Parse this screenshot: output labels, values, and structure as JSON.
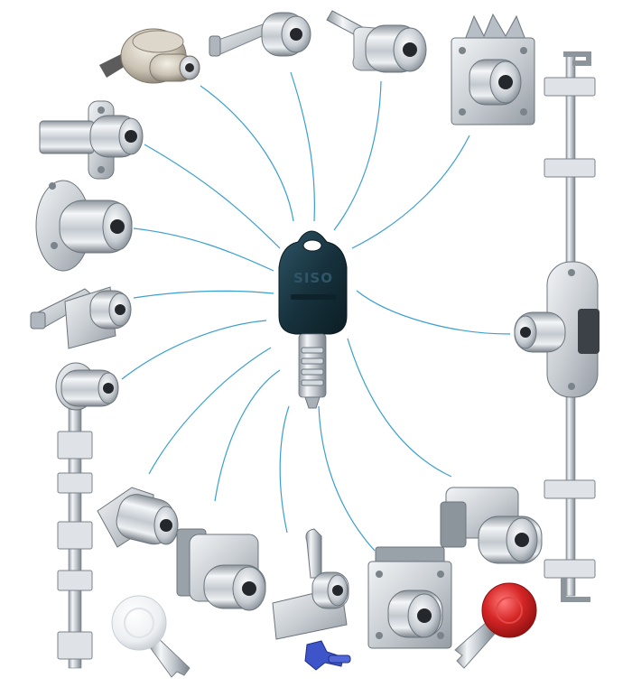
{
  "scene": {
    "brand_mark": "SISO",
    "colors": {
      "background": "#ffffff",
      "connector_line": "#3a9fd1",
      "key_head": "#17323d",
      "chrome_light": "#eef1f4",
      "chrome_mid": "#b9c0c7",
      "chrome_dark": "#6b747c",
      "key_red": "#d52626",
      "key_white": "#f1f3f5",
      "key_blue": "#3d55c9"
    },
    "items": [
      {
        "name": "knob-cam-lock",
        "icon": "lock-icon"
      },
      {
        "name": "cam-lock-long-arm",
        "icon": "lock-icon"
      },
      {
        "name": "pin-cam-lock",
        "icon": "lock-icon"
      },
      {
        "name": "square-hook-lock",
        "icon": "lock-icon"
      },
      {
        "name": "espagnolette-rod-lock-right",
        "icon": "lock-icon"
      },
      {
        "name": "flange-cylinder-lock",
        "icon": "lock-icon"
      },
      {
        "name": "round-rim-lock",
        "icon": "lock-icon"
      },
      {
        "name": "plate-cam-lock",
        "icon": "lock-icon"
      },
      {
        "name": "espagnolette-rod-lock-left",
        "icon": "lock-icon"
      },
      {
        "name": "drawer-pedestal-lock",
        "icon": "lock-icon"
      },
      {
        "name": "glass-door-lock-left",
        "icon": "lock-icon"
      },
      {
        "name": "cam-lock-bent-arm",
        "icon": "lock-icon"
      },
      {
        "name": "square-drawer-lock",
        "icon": "lock-icon"
      },
      {
        "name": "glass-door-lock-right",
        "icon": "lock-icon"
      },
      {
        "name": "white-key",
        "icon": "key-icon"
      },
      {
        "name": "blue-plastic-key",
        "icon": "key-icon"
      },
      {
        "name": "red-key",
        "icon": "key-icon"
      }
    ]
  }
}
